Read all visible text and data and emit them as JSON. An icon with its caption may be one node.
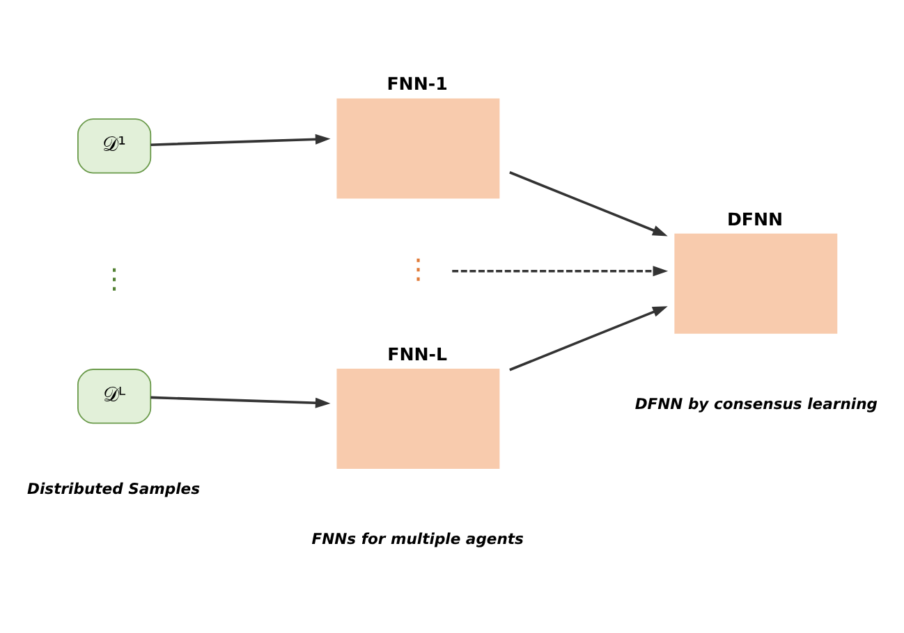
{
  "diagram": {
    "nodes": [
      {
        "text": [
          "𝒟¹"
        ]
      },
      {
        "text": [
          "FNN-1"
        ]
      },
      {
        "text": [
          "⋮"
        ]
      },
      {
        "text": [
          "𝒟ᴸ"
        ]
      },
      {
        "text": [
          "FNN-L"
        ]
      },
      {
        "text": [
          "DFNN"
        ]
      }
    ],
    "edges": [
      {
        "from": 0,
        "to": 1,
        "arrow": "to"
      },
      {
        "from": 1,
        "to": 5,
        "arrow": "to"
      },
      {
        "from": 2,
        "to": 5,
        "arrow": "to",
        "style": "dashed"
      },
      {
        "from": 3,
        "to": 4,
        "arrow": "to"
      },
      {
        "from": 4,
        "to": 5,
        "arrow": "to"
      }
    ],
    "labels": [
      "⋮",
      "Distributed Samples",
      "FNNs for multiple agents",
      "DFNN by consensus learning"
    ]
  }
}
